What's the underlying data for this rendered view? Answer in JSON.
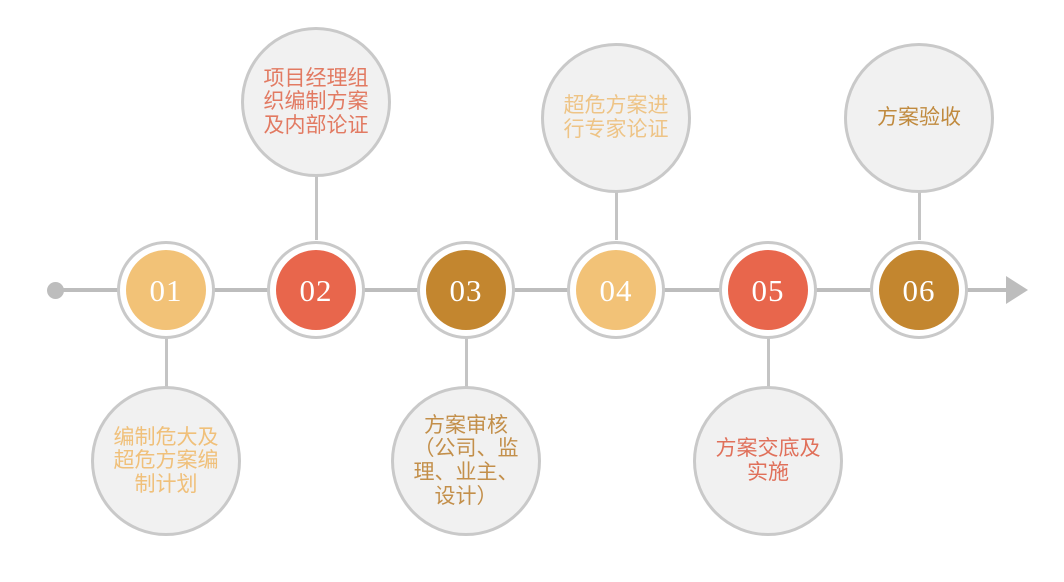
{
  "diagram": {
    "title_present": false,
    "type": "horizontal-timeline",
    "axis": {
      "start_marker": "dot",
      "end_marker": "arrow-right",
      "line_color": "#bdbdbd"
    },
    "palette": {
      "amber": "#f2c277",
      "coral": "#e8664c",
      "ochre": "#c3862f",
      "bubble_fill": "#f1f1f1",
      "ring": "#c9c9c9",
      "connector": "#c4c4c4",
      "node_number_text": "#ffffff"
    },
    "steps": [
      {
        "number": "01",
        "disc_color": "#f2c277",
        "label": "编制危大及超危方案编制计划",
        "label_color": "#f0c07a",
        "position": "below"
      },
      {
        "number": "02",
        "disc_color": "#e8664c",
        "label": "项目经理组织编制方案及内部论证",
        "label_color": "#e27a62",
        "position": "above"
      },
      {
        "number": "03",
        "disc_color": "#c3862f",
        "label": "方案审核（公司、监理、业主、设计）",
        "label_color": "#c38f4a",
        "position": "below"
      },
      {
        "number": "04",
        "disc_color": "#f2c277",
        "label": "超危方案进行专家论证",
        "label_color": "#eec486",
        "position": "above"
      },
      {
        "number": "05",
        "disc_color": "#e8664c",
        "label": "方案交底及实施",
        "label_color": "#e0705a",
        "position": "below"
      },
      {
        "number": "06",
        "disc_color": "#c3862f",
        "label": "方案验收",
        "label_color": "#c08a3e",
        "position": "above"
      }
    ]
  }
}
